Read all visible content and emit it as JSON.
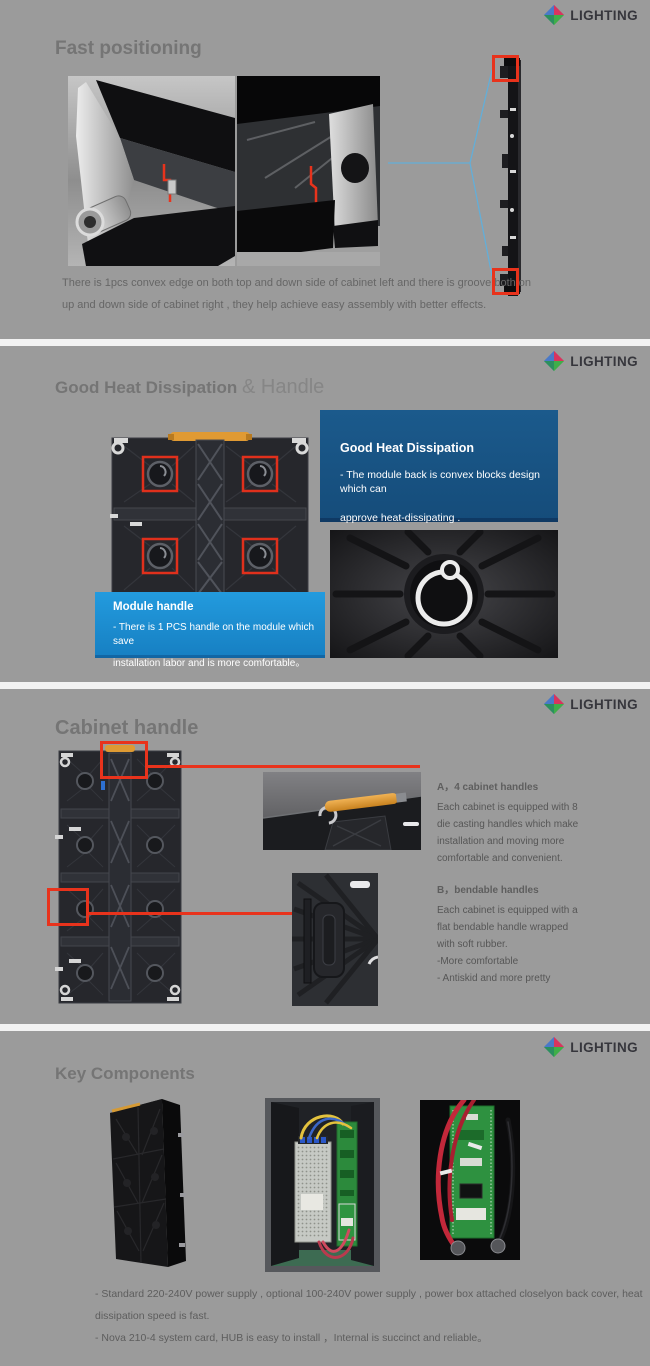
{
  "logo": {
    "icon": "diamond-logo-icon",
    "text": "LIGHTING"
  },
  "colors": {
    "section_bg": "#9b9b9b",
    "annotation_red": "#e8331c",
    "connector_blue": "#63aed8",
    "heat_box_blue": "#175380",
    "handle_box_blue": "#1e8fd0",
    "handle_orange": "#e09a33",
    "logo_text": "#36363c"
  },
  "sections": {
    "s1": {
      "heading": "Fast positioning",
      "body": [
        "There is 1pcs convex edge on both top and down side of  cabinet left and there is  groove both on",
        "up and down side of cabinet right ,  they help achieve easy assembly  with better effects."
      ]
    },
    "s2": {
      "heading_a": "Good Heat Dissipation ",
      "heading_b": "& Handle",
      "heat_box": {
        "title": "Good Heat Dissipation",
        "line1": "- The module back is convex blocks design which can",
        "line2": "approve  heat-dissipating ."
      },
      "handle_box": {
        "title": "Module handle",
        "line1": "- There is 1 PCS handle on the module which save",
        "line2": "installation labor and is more comfortable。"
      }
    },
    "s3": {
      "heading": "Cabinet handle",
      "block_a": {
        "title": "A，4 cabinet handles",
        "lines": [
          "Each cabinet is equipped with 8",
          "die casting handles which make",
          "installation and moving  more",
          "comfortable and convenient."
        ]
      },
      "block_b": {
        "title": "B，bendable handles",
        "lines": [
          "Each cabinet is equipped with a",
          "flat bendable handle wrapped",
          "with soft rubber.",
          "-More comfortable",
          "- Antiskid and more pretty"
        ]
      }
    },
    "s4": {
      "heading": "Key Components",
      "body": [
        "- Standard 220-240V power supply , optional 100-240V power supply ,  power box attached closelyon back cover, heat",
        "dissipation speed is fast.",
        "-  Nova 210-4 system card, HUB is easy to install ，Internal is succinct and reliable。"
      ]
    }
  }
}
